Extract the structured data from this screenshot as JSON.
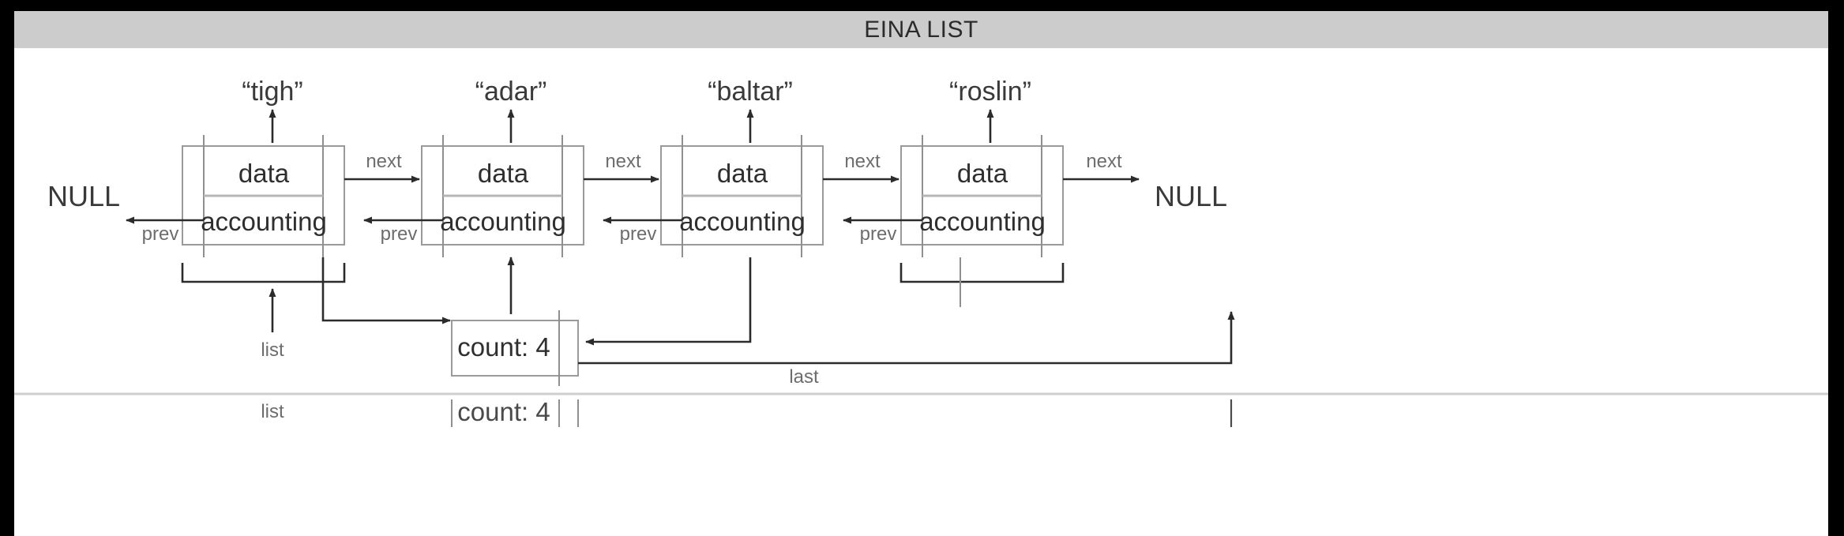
{
  "window": {
    "title": "EINA LIST",
    "title_bar_color": "#cccccc",
    "page_background": "#000000",
    "sheet_background": "#ffffff"
  },
  "diagram": {
    "kind": "doubly-linked-list",
    "terminators": {
      "left": "NULL",
      "right": "NULL"
    },
    "node_cells": {
      "data_label": "data",
      "accounting_label": "accounting"
    },
    "pointer_labels": {
      "next": "next",
      "prev": "prev",
      "list": "list",
      "last": "last"
    },
    "nodes": [
      {
        "name": "“tigh”",
        "data_label": "data",
        "accounting_label": "accounting",
        "next_label": "next",
        "prev_label": "prev"
      },
      {
        "name": "“adar”",
        "data_label": "data",
        "accounting_label": "accounting",
        "next_label": "next",
        "prev_label": "prev"
      },
      {
        "name": "“baltar”",
        "data_label": "data",
        "accounting_label": "accounting",
        "next_label": "next",
        "prev_label": "prev"
      },
      {
        "name": "“roslin”",
        "data_label": "data",
        "accounting_label": "accounting",
        "next_label": "next",
        "prev_label": "prev"
      }
    ],
    "accounting_block": {
      "count_label": "count: 4",
      "count_value": 4,
      "list_pointer_label": "list",
      "last_pointer_label": "last"
    },
    "cutoff_row": {
      "list_label": "list",
      "count_label": "count: 4"
    }
  }
}
